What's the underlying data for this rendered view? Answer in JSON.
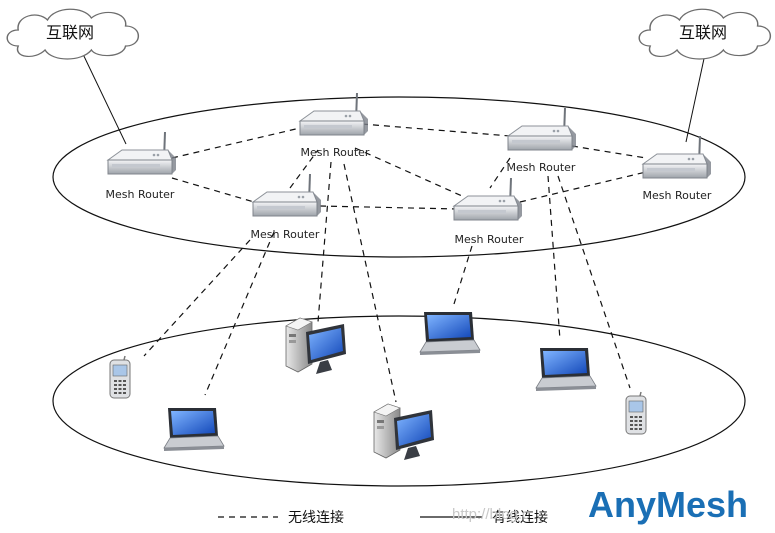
{
  "internet_labels": [
    "互联网",
    "互联网"
  ],
  "router_label": "Mesh Router",
  "legend": {
    "wireless_label": "无线连接",
    "wired_label": "有线连接"
  },
  "watermark": "http://blog.c",
  "logo": {
    "text": "AnyMesh",
    "color": "#1a6fb5"
  },
  "colors": {
    "laptop_screen": "#2a6fd6",
    "monitor_screen": "#1f8fe0",
    "router_body": "#d8dbe0"
  }
}
